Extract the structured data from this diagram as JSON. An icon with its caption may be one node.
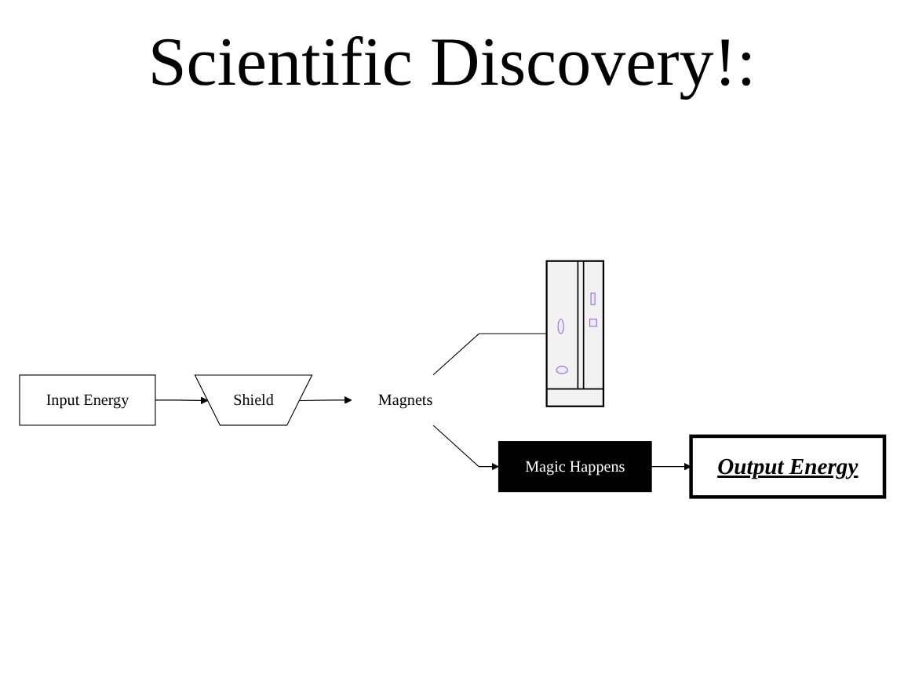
{
  "diagram": {
    "title": "Scientific Discovery!:",
    "nodes": [
      {
        "text": [
          "Input Energy"
        ]
      },
      {
        "text": [
          "Shield"
        ]
      },
      {
        "text": [
          "Magnets"
        ]
      },
      {
        "text": [],
        "shape": "picture"
      },
      {
        "text": [
          "Output Energy"
        ]
      },
      {
        "text": [
          "Magic Happens"
        ]
      }
    ],
    "edges": [
      {
        "from": 0,
        "to": 1,
        "arrow": "to"
      },
      {
        "from": 1,
        "to": 2,
        "arrow": "to"
      },
      {
        "from": 2,
        "to": 3,
        "arrow": "none"
      },
      {
        "from": 2,
        "to": 5,
        "arrow": "to"
      },
      {
        "from": 5,
        "to": 4,
        "arrow": "to"
      }
    ]
  }
}
